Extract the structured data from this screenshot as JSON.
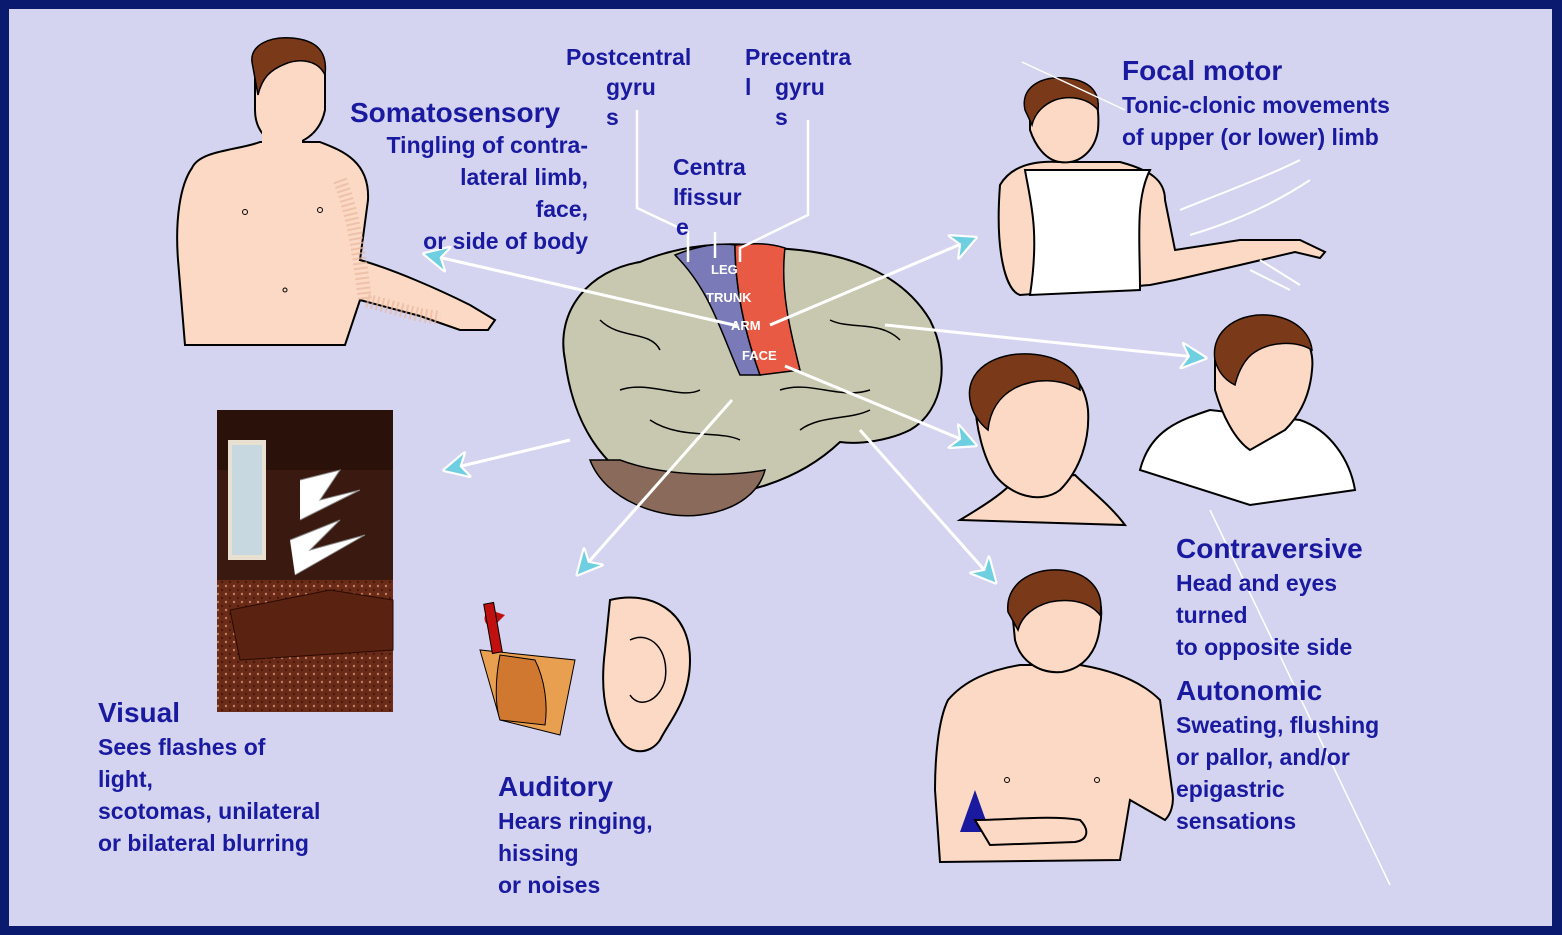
{
  "labels": {
    "somatosensory_title": "Somatosensory",
    "somatosensory_l1": "Tingling of contra-",
    "somatosensory_l2": "lateral limb,",
    "somatosensory_l3": "face,",
    "somatosensory_l4": "or side of body",
    "postcentral_l1": "Postcentral",
    "postcentral_l2": "gyru",
    "postcentral_l3": "s",
    "precentral_l1": "Precentra",
    "precentral_l2": "l",
    "precentral_l3": "gyru",
    "precentral_l4": "s",
    "central_l1": "Centra",
    "central_l2": "l",
    "central_l3": "fissur",
    "central_l4": "e",
    "focal_title": "Focal motor",
    "focal_l1": "Tonic-clonic movements",
    "focal_l2": "of upper (or lower) limb",
    "contra_title": "Contraversive",
    "contra_l1": "Head and eyes",
    "contra_l2": "turned",
    "contra_l3": "to opposite side",
    "auto_title": "Autonomic",
    "auto_l1": "Sweating, flushing",
    "auto_l2": "or pallor, and/or",
    "auto_l3": "epigastric",
    "auto_l4": "sensations",
    "visual_title": "Visual",
    "visual_l1": "Sees flashes of",
    "visual_l2": "light,",
    "visual_l3": "scotomas, unilateral",
    "visual_l4": "or bilateral blurring",
    "auditory_title": "Auditory",
    "auditory_l1": "Hears ringing,",
    "auditory_l2": "hissing",
    "auditory_l3": "or noises"
  },
  "brain_regions": {
    "leg": "LEG",
    "trunk": "TRUNK",
    "arm": "ARM",
    "face": "FACE"
  },
  "colors": {
    "frame": "#0a1a6e",
    "background": "#d4d4f0",
    "text": "#1a1aa0",
    "postcentral": "#7a7ab8",
    "precentral": "#e85a44",
    "brain": "#c8c8b0",
    "skin": "#fcd9c4",
    "hair": "#7a3a1a",
    "arrowhead": "#6ecfe0"
  }
}
